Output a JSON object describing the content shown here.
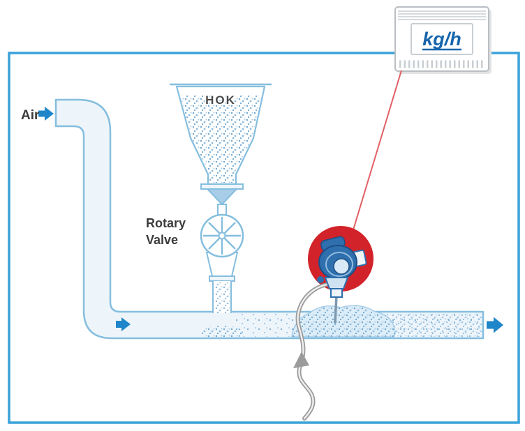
{
  "diagram": {
    "labels": {
      "air": "Air",
      "hopper_content": "HOK",
      "rotary_valve": [
        "Rotary",
        "Valve"
      ],
      "display_unit": "kg/h"
    },
    "colors": {
      "border_blue": "#3aa2d9",
      "pipe_fill": "#edf5fb",
      "pipe_outline": "#85bede",
      "flow_arrow_blue": "#1f86c9",
      "material_dot_blue": "#6ea6cf",
      "label_text": "#3b3b3b",
      "highlight_red": "#d2232a",
      "signal_line_red": "#e06066",
      "sensor_blue": "#2f6fad",
      "display_text_blue": "#1565ad",
      "cable_gray": "#9b9b9b"
    }
  }
}
